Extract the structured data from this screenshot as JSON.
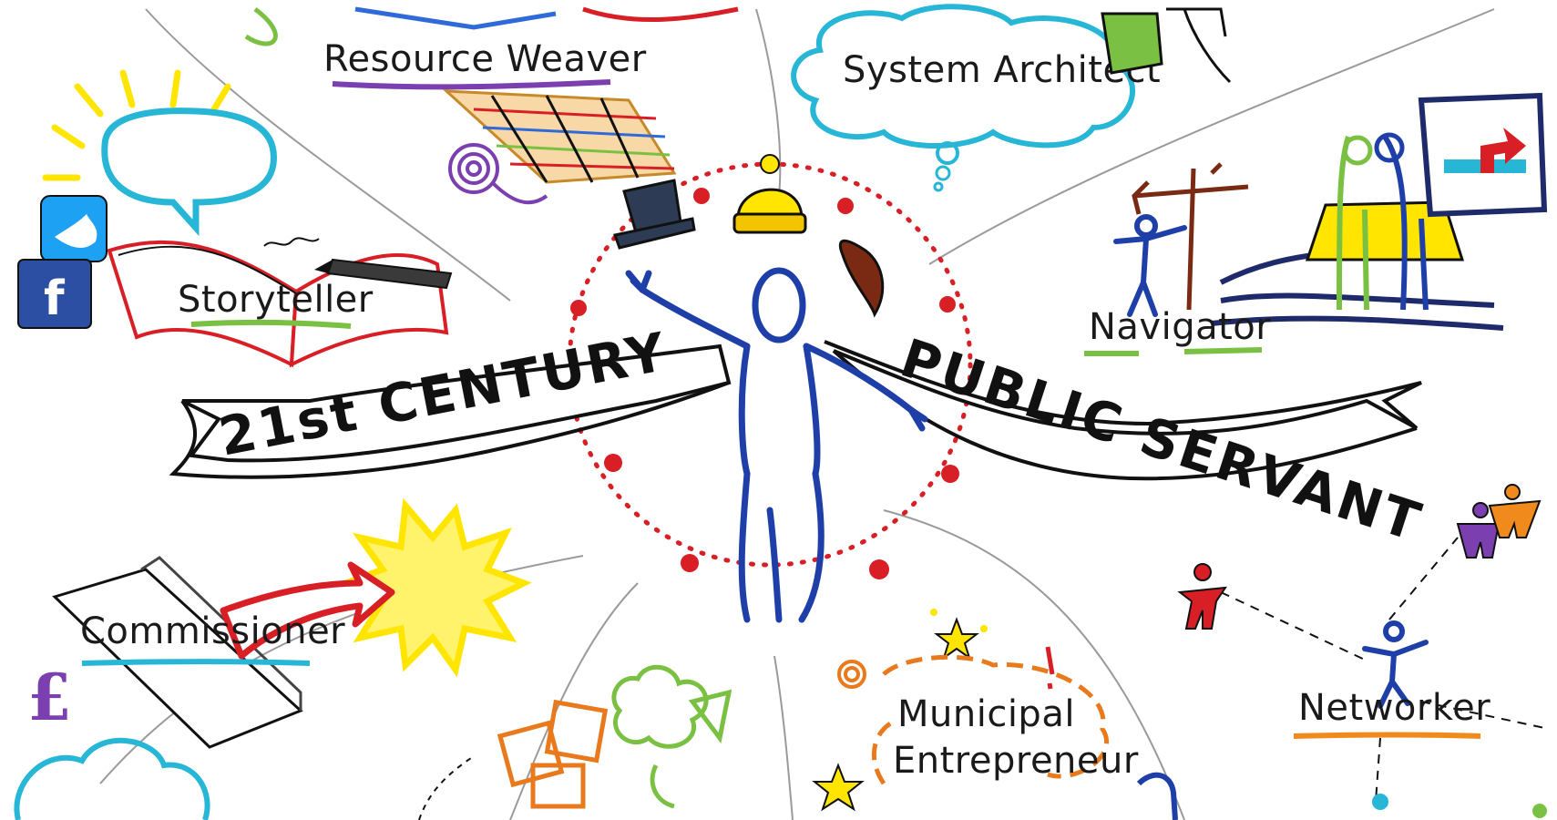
{
  "banner": {
    "left": "21st CENTURY",
    "right": "PUBLIC SERVANT"
  },
  "roles": {
    "resource_weaver": "Resource Weaver",
    "system_architect": "System Architect",
    "storyteller": "Storyteller",
    "navigator": "Navigator",
    "commissioner": "Commissioner",
    "municipal": "Municipal",
    "entrepreneur": "Entrepreneur",
    "networker": "Networker"
  },
  "icons": {
    "pound": "£",
    "facebook": "f"
  },
  "colors": {
    "ink": "#1a1a1a",
    "figure_blue": "#1f3fa8",
    "dot_red": "#d81f26",
    "cloud_cyan": "#27b6d6",
    "underline_green": "#7ac143",
    "underline_purple": "#7b3fb0",
    "underline_orange": "#f08a1d",
    "star_yellow": "#ffe500"
  }
}
